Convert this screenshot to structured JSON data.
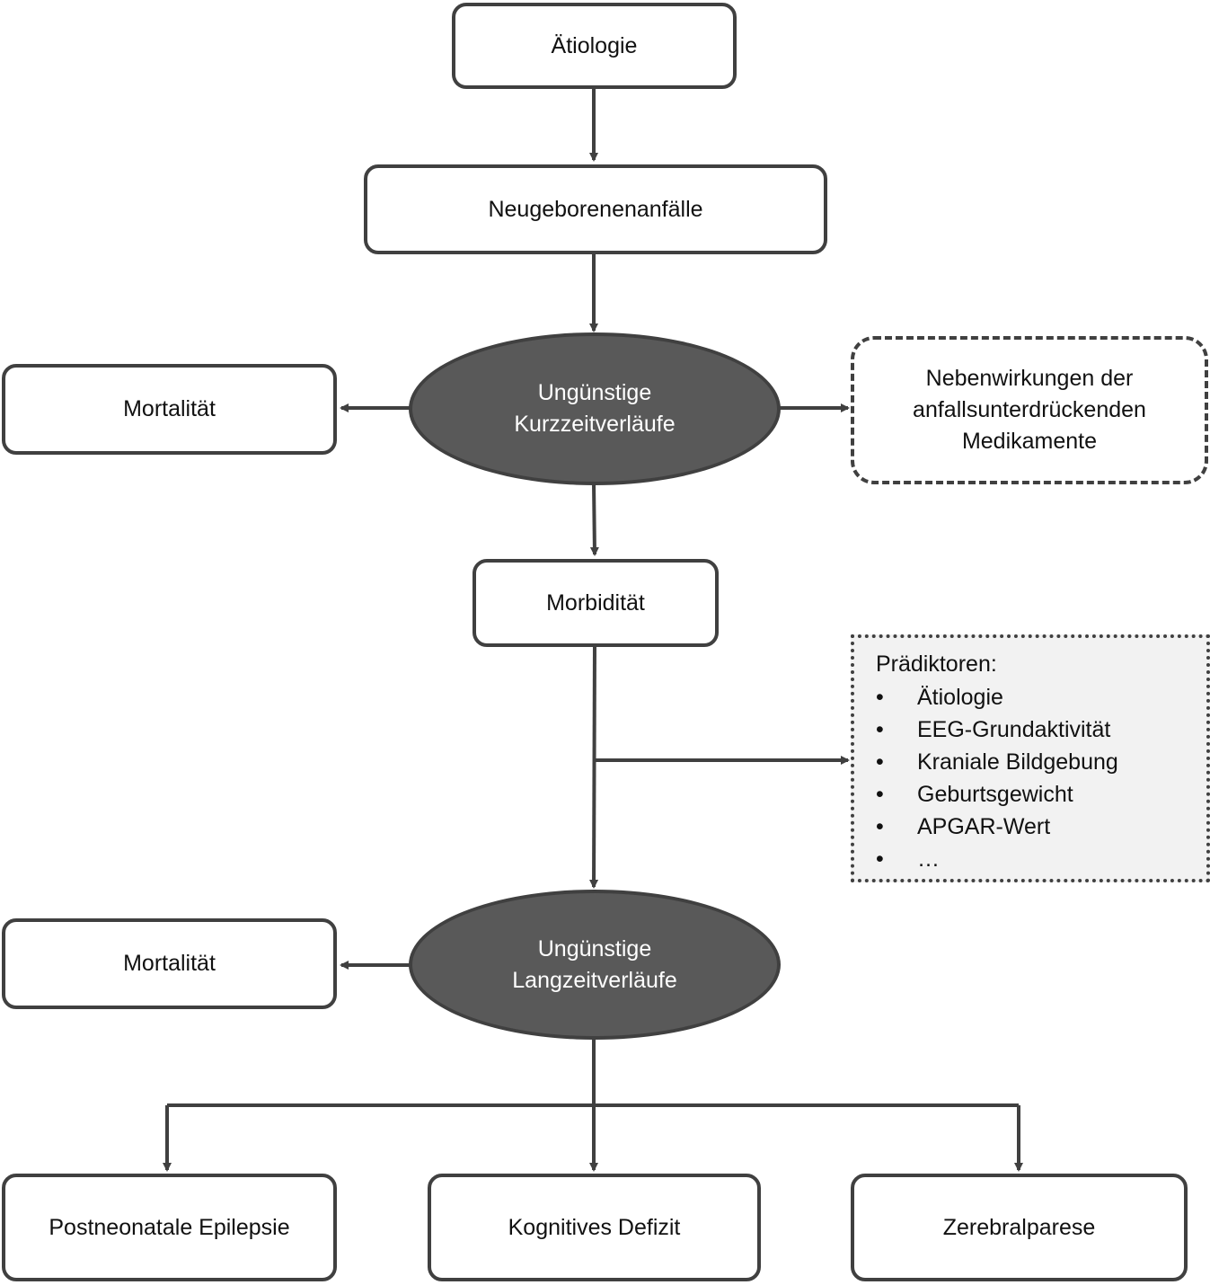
{
  "nodes": {
    "aetiologie": "Ätiologie",
    "neugeborenenanfaelle": "Neugeborenenanfälle",
    "kurzzeit": {
      "line1": "Ungünstige",
      "line2": "Kurzzeitverläufe"
    },
    "mortalitaet_kurz": "Mortalität",
    "nebenwirkungen": {
      "line1": "Nebenwirkungen der",
      "line2": "anfallsunterdrückenden",
      "line3": "Medikamente"
    },
    "morbiditaet": "Morbidität",
    "praediktoren": {
      "title": "Prädiktoren:",
      "bullet": "•",
      "items": [
        "Ätiologie",
        "EEG-Grundaktivität",
        "Kraniale Bildgebung",
        "Geburtsgewicht",
        "APGAR-Wert",
        "…"
      ]
    },
    "langzeit": {
      "line1": "Ungünstige",
      "line2": "Langzeitverläufe"
    },
    "mortalitaet_lang": "Mortalität",
    "epilepsie": "Postneonatale Epilepsie",
    "kognitiv": "Kognitives Defizit",
    "zerebralparese": "Zerebralparese"
  },
  "colors": {
    "line": "#404040",
    "ellipse_fill": "#595959",
    "note_fill": "#f2f2f2"
  }
}
